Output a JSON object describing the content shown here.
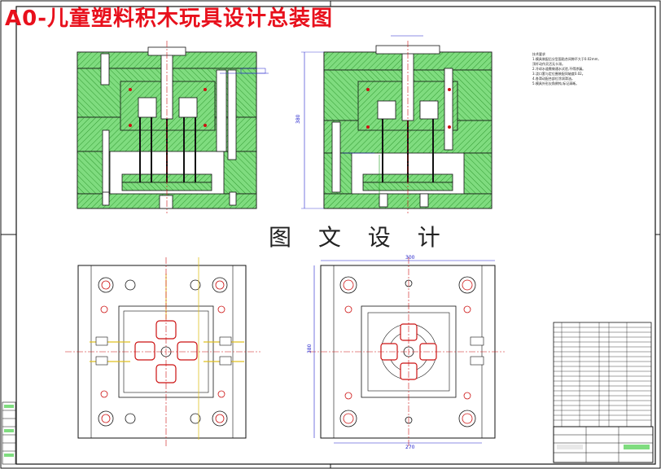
{
  "title": "A0-儿童塑料积木玩具设计总装图",
  "watermark": "图 文 设 计",
  "colors": {
    "hatch": "#7fdc7f",
    "hatch_line": "#1f8a1f",
    "outline": "#111111",
    "center_line": "#cc1111",
    "dimension": "#2020cc",
    "title_red": "#e8101c"
  },
  "dimensions": {
    "top_right_height": "380",
    "plan_right_width_top": "300",
    "plan_right_width_bottom": "270",
    "plan_right_height": "380"
  },
  "notes": {
    "heading": "技术要求",
    "lines": [
      "1.模具装配后分型面贴合间隙不大于0.02mm,",
      "  顶杆动作灵活无卡滞。",
      "2.冷却水道需做通水试验,不得渗漏。",
      "3.浇口套与定位圈装配同轴度0.02。",
      "4.各滑动配合部位涂润滑油。",
      "5.模具外形尖角倒钝,标记清晰。"
    ]
  }
}
